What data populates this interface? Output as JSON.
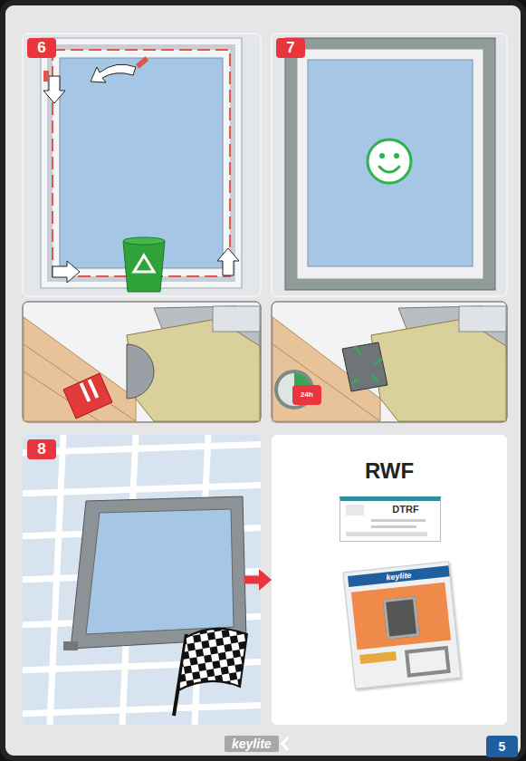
{
  "diagram": {
    "nodes": [
      {
        "text": [
          "6"
        ]
      },
      {
        "text": [
          "7"
        ]
      },
      {
        "text": [
          "24h"
        ],
        "in": 1
      },
      {
        "text": [
          "8"
        ]
      },
      {
        "text": [
          "RWF"
        ]
      },
      {
        "text": [
          "DTRF"
        ],
        "in": 4
      },
      {
        "text": [
          "keylite"
        ],
        "in": 4
      },
      {
        "text": [
          "5"
        ]
      }
    ],
    "edges": [
      {
        "from": 3,
        "to": 4,
        "arrow": "to"
      }
    ],
    "labels": [
      "keylite"
    ]
  }
}
